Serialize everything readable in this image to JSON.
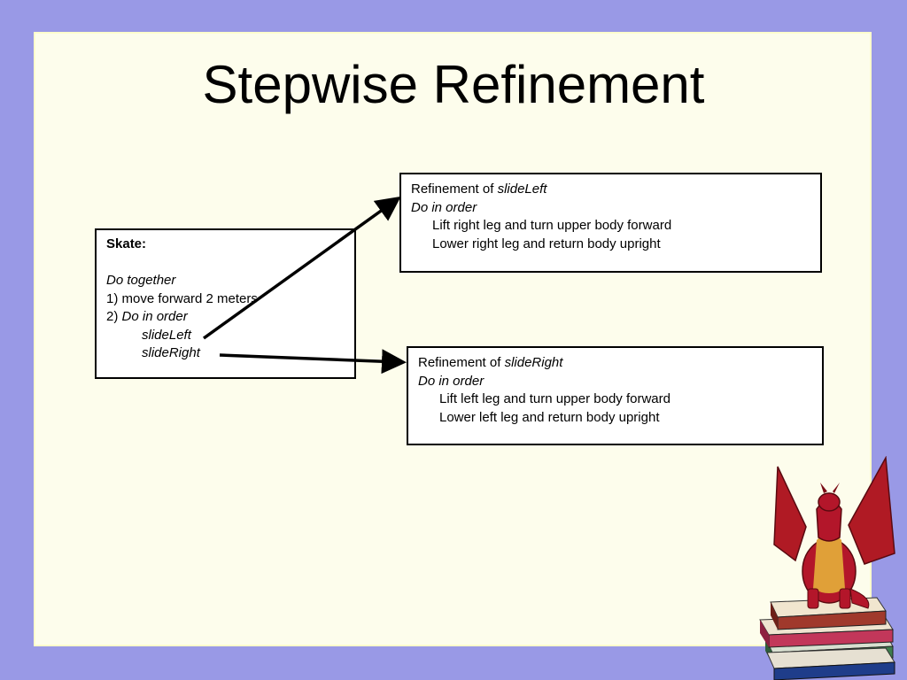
{
  "slide": {
    "title": "Stepwise Refinement"
  },
  "skate_box": {
    "heading": "Skate:",
    "line1": "Do together",
    "line2": "1) move forward 2 meters",
    "line3_prefix": "2) ",
    "line3_italic": "Do in order",
    "line4": "slideLeft",
    "line5": "slideRight"
  },
  "slideleft_box": {
    "line1_prefix": "Refinement of ",
    "line1_italic": "slideLeft",
    "line2": "Do in order",
    "line3": "Lift right leg and turn upper body forward",
    "line4": "Lower right leg and return body upright"
  },
  "slideright_box": {
    "line1_prefix": "Refinement of ",
    "line1_italic": "slideRight",
    "line2": "Do in order",
    "line3": "Lift left leg and turn upper body forward",
    "line4": "Lower left leg and return body upright"
  },
  "colors": {
    "background": "#9999e6",
    "slide": "#fdfdec",
    "box_border": "#000000"
  },
  "icons": {
    "clipart": "dragon-on-books-icon"
  }
}
